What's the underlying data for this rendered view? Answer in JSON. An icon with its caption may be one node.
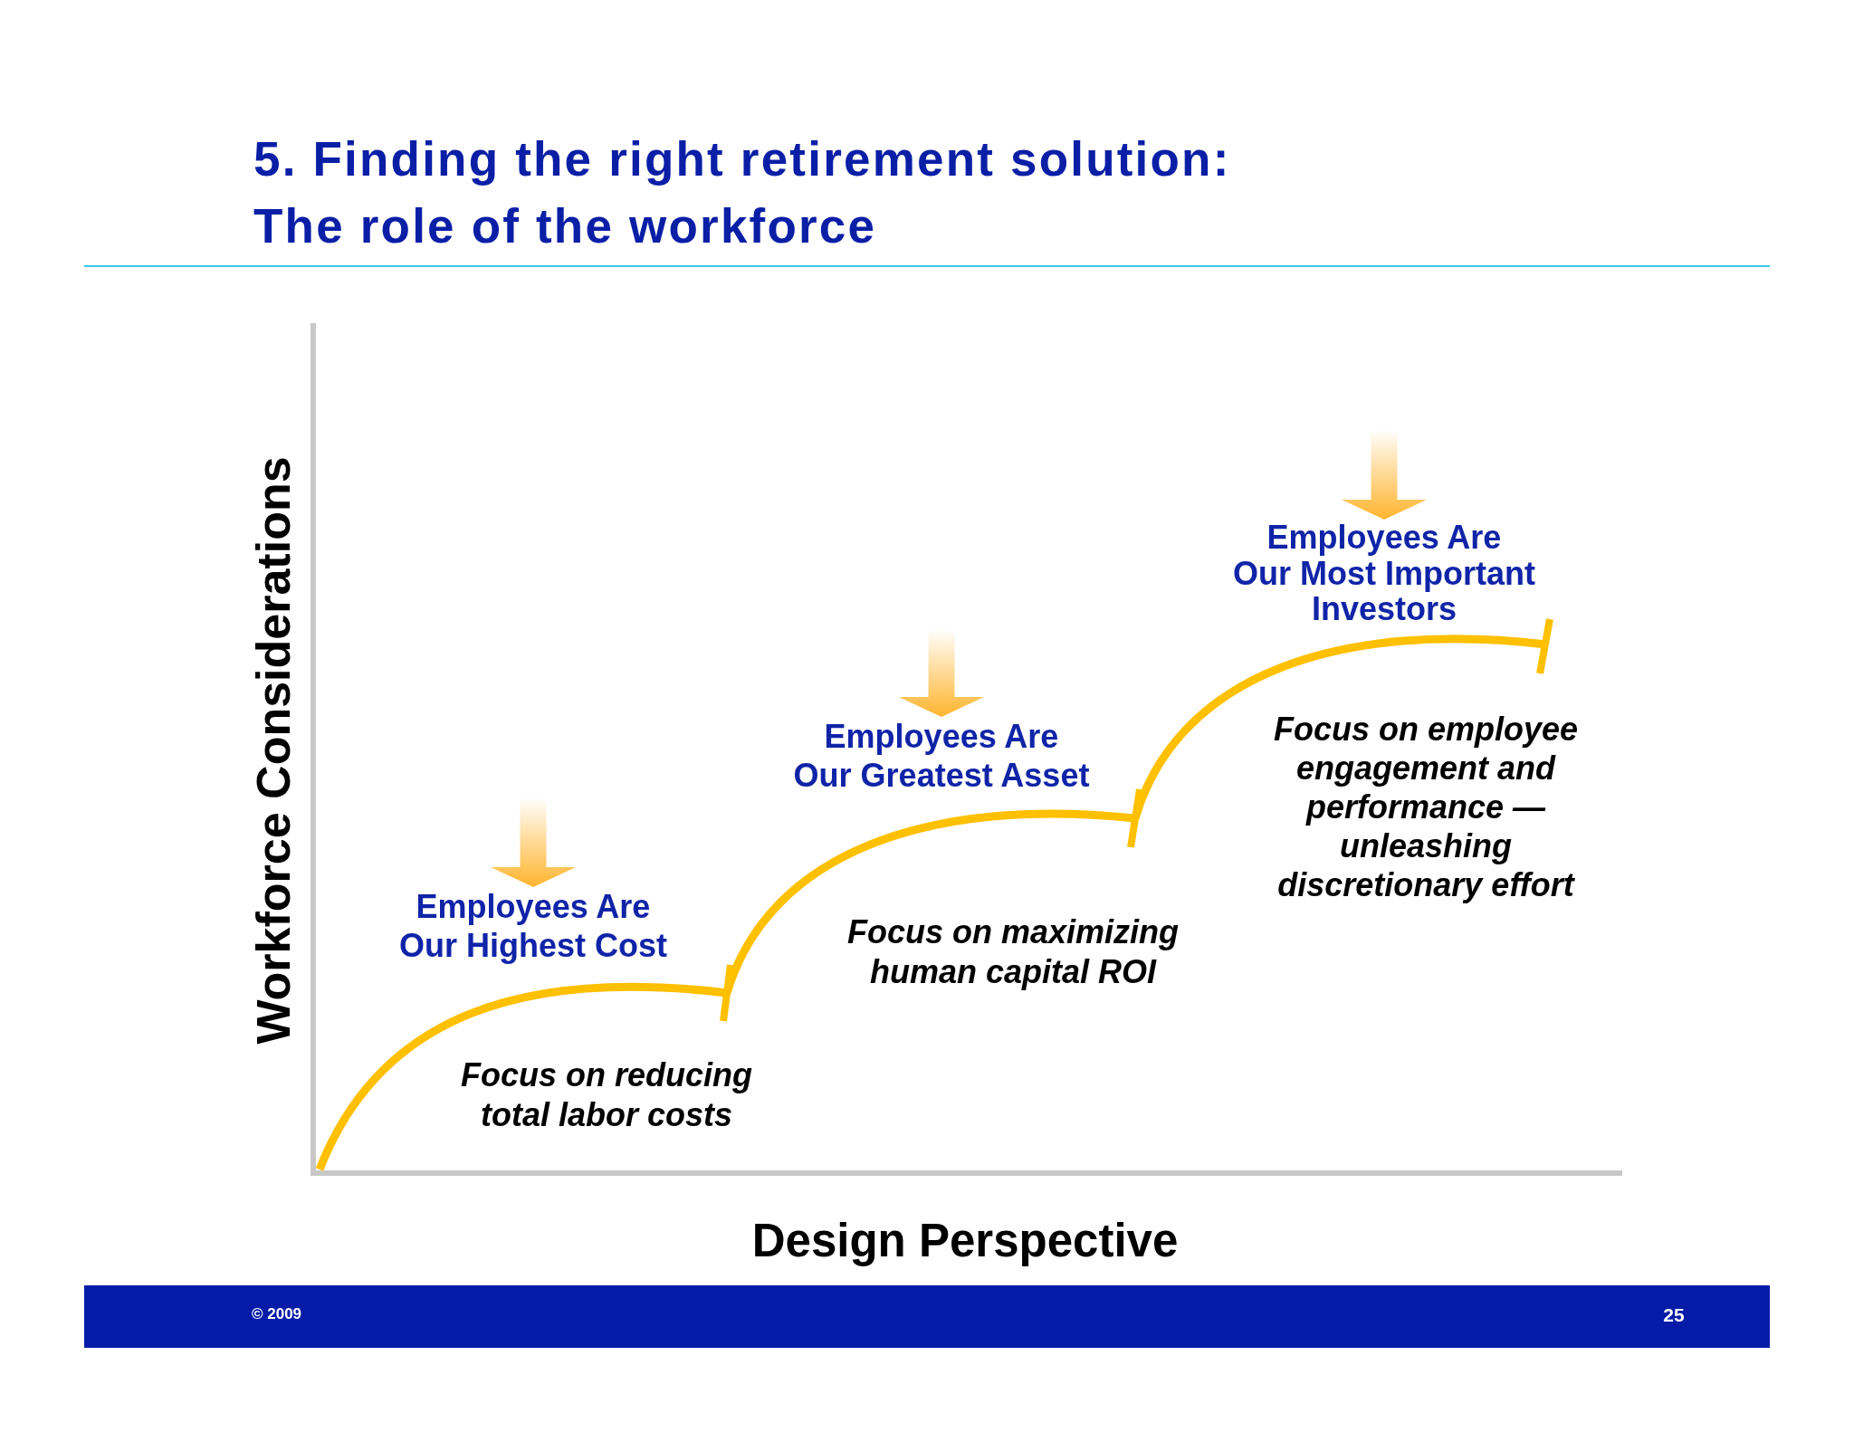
{
  "diagram": {
    "title": "5. Finding the right retirement solution: The role of the workforce",
    "nodes": [
      {
        "text": [
          "Employees Are Our Highest Cost"
        ]
      },
      {
        "text": [
          "Employees Are Our Greatest Asset"
        ]
      },
      {
        "text": [
          "Employees Are Our Most Important Investors"
        ]
      }
    ],
    "edges": [
      {
        "from": null,
        "to": 0,
        "arrow": "to"
      },
      {
        "from": null,
        "to": 1,
        "arrow": "to"
      },
      {
        "from": null,
        "to": 2,
        "arrow": "to"
      }
    ],
    "labels": [
      "Workforce Considerations",
      "Focus on reducing total labor costs",
      "Focus on maximizing human capital ROI",
      "Focus on employee engagement and performance — unleashing discretionary effort",
      "Design Perspective",
      "© 2009",
      "25"
    ]
  }
}
